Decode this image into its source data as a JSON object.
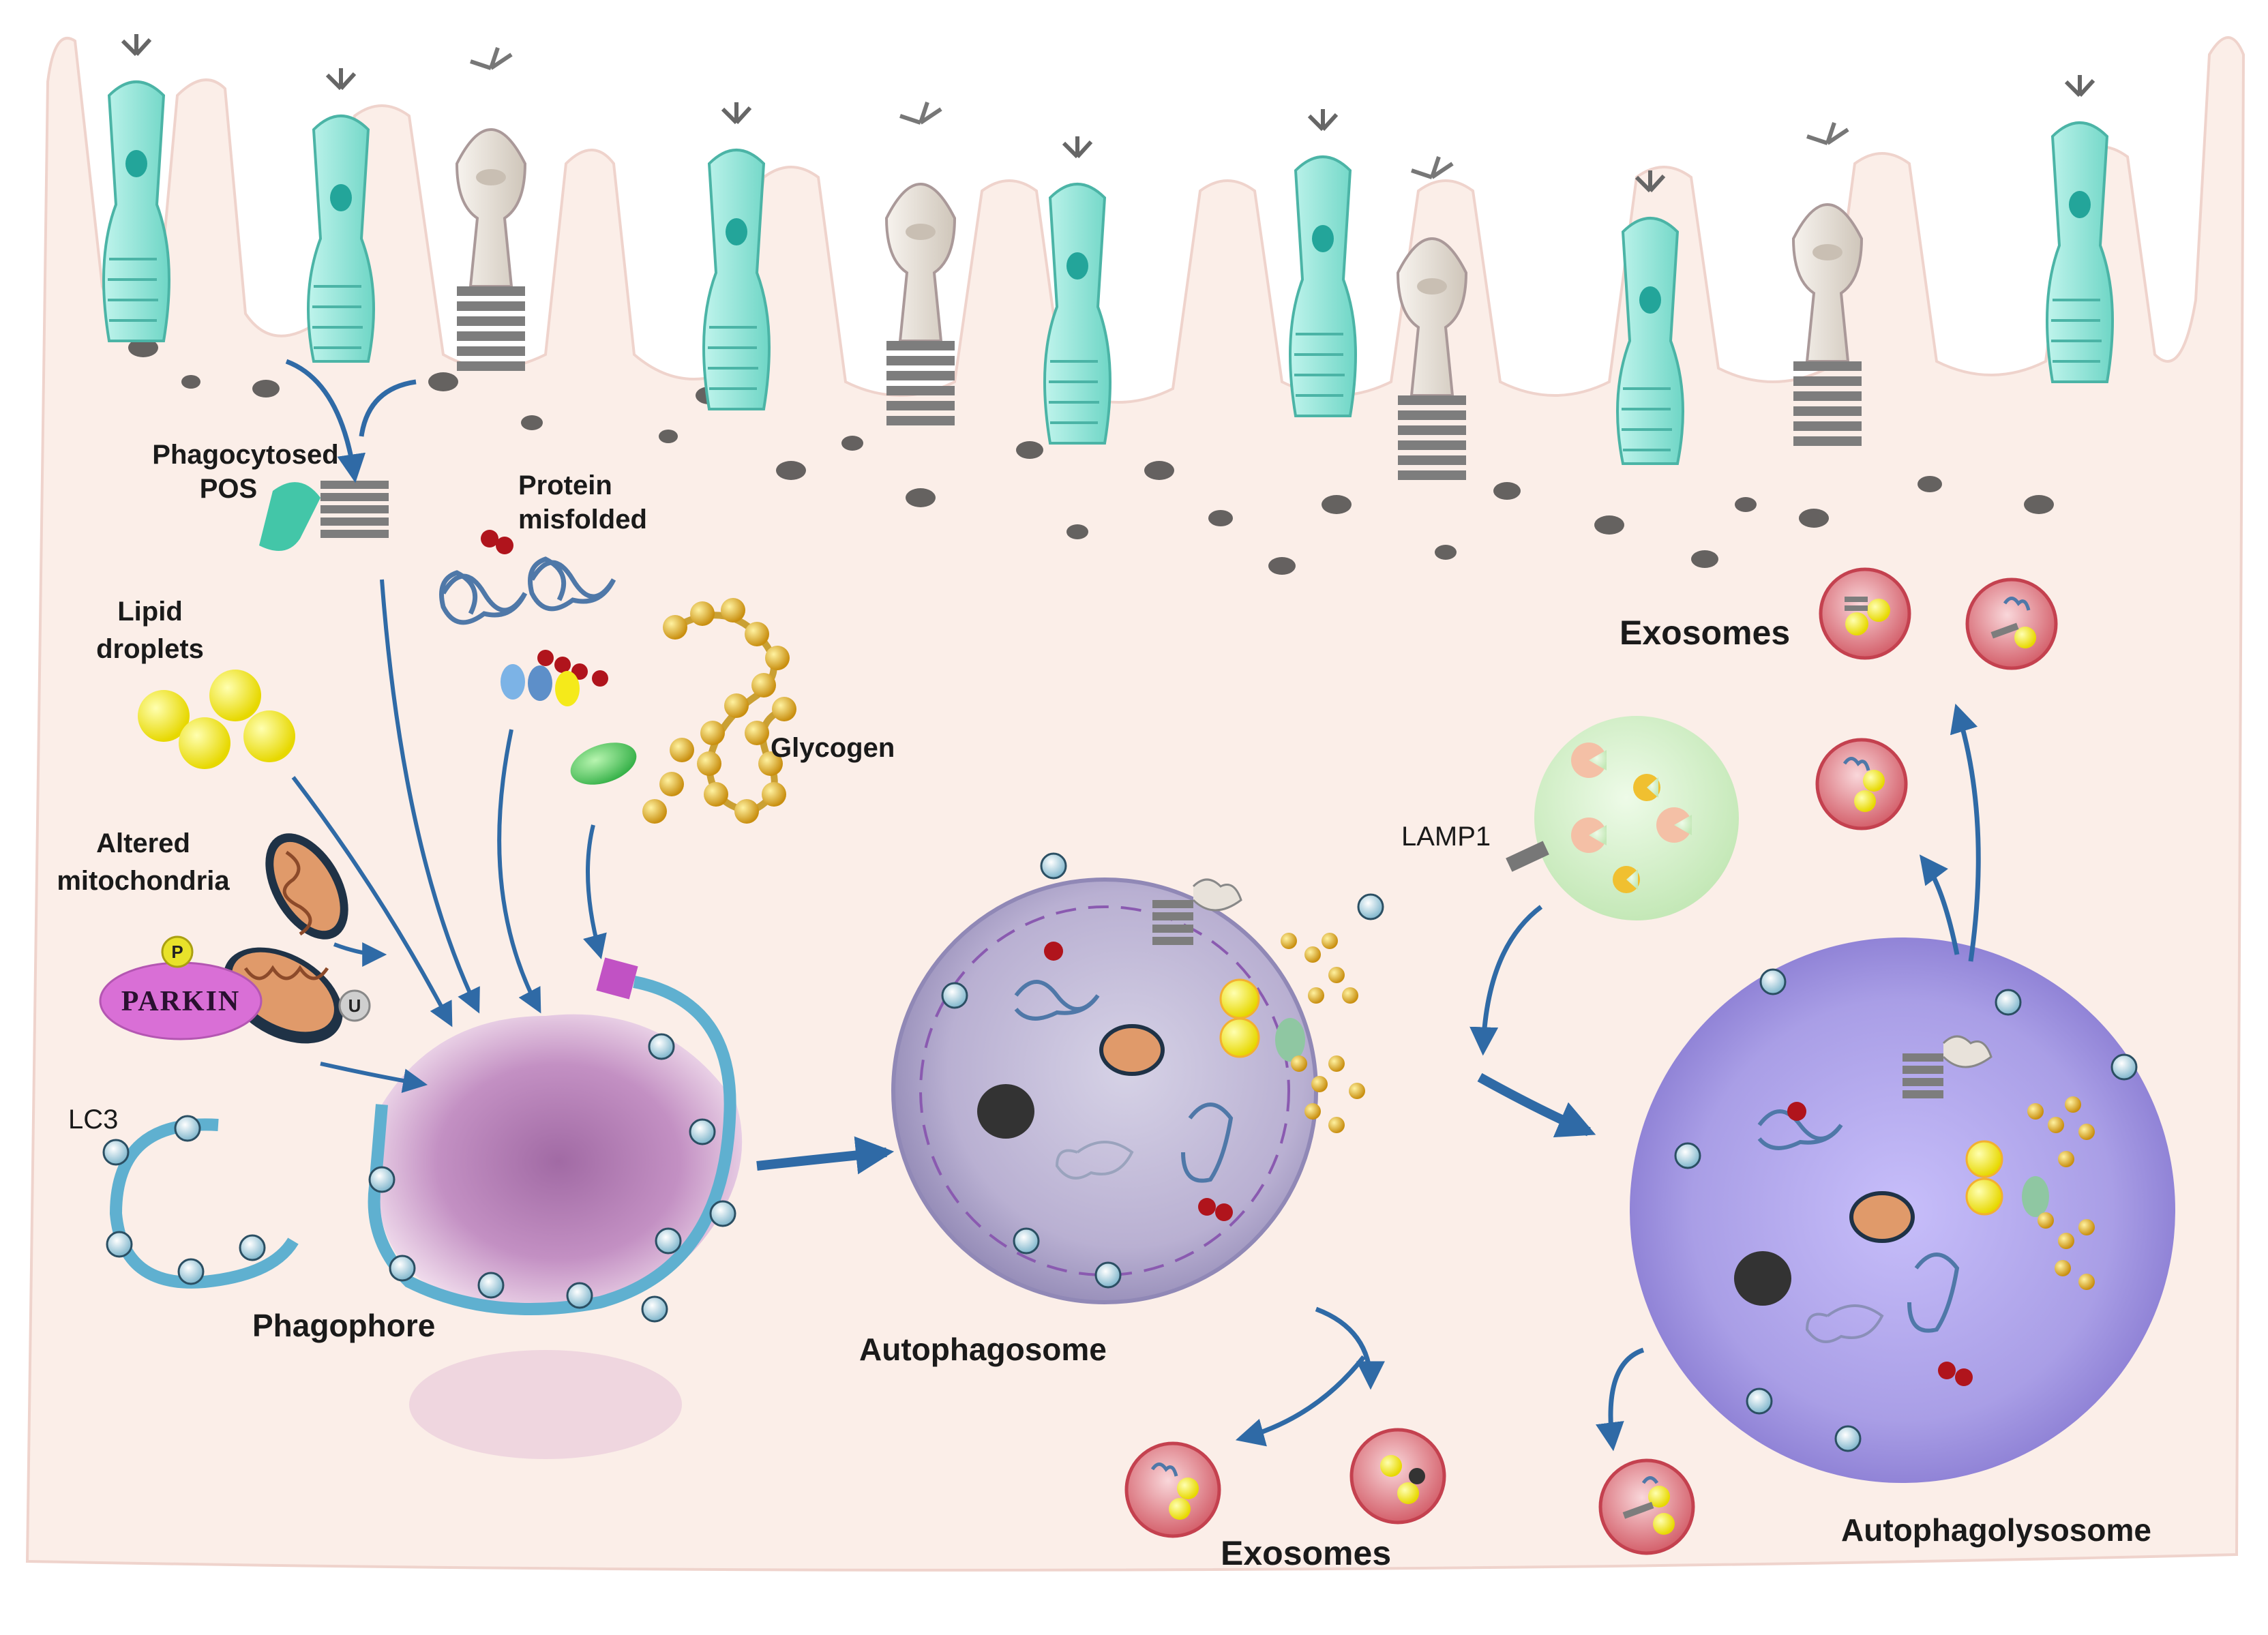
{
  "labels": {
    "phagocytosed_pos": [
      "Phagocytosed",
      "POS"
    ],
    "protein_misfolded": [
      "Protein",
      "misfolded"
    ],
    "lipid_droplets": [
      "Lipid",
      "droplets"
    ],
    "glycogen": "Glycogen",
    "altered_mitochondria": [
      "Altered",
      "mitochondria"
    ],
    "parkin": "PARKIN",
    "phospho_badge": "P",
    "ubiquitin_badge": "U",
    "lc3": "LC3",
    "phagophore": "Phagophore",
    "autophagosome": "Autophagosome",
    "lamp1": "LAMP1",
    "autophagolysosome": "Autophagolysosome",
    "exosomes_top": "Exosomes",
    "exosomes_bottom": "Exosomes"
  },
  "colors": {
    "cell_body": "#fbeee8",
    "arrow": "#2f6aa6",
    "membrane": "#5fb0d0",
    "phagophore_fill": "#b97fb4",
    "autophagosome_fill": "#c6bedb",
    "autophagolysosome_fill": "#a89be8",
    "lysosome_fill": "#d8f1cf",
    "lipid": "#f5ea1a",
    "glycogen": "#e3b21c",
    "protein": "#4f78a8",
    "misfold_dot": "#b0141c",
    "rod_cell": "#8fe3d6",
    "cone_cell": "#e8e2da",
    "exosome_fill": "#e89ca3"
  },
  "icons": [
    "rod-photoreceptor-icon",
    "cone-photoreceptor-icon",
    "lipid-droplet-icon",
    "mitochondrion-icon",
    "glycogen-chain-icon",
    "misfolded-protein-icon",
    "lc3-membrane-icon",
    "exosome-icon",
    "enzyme-icon"
  ]
}
